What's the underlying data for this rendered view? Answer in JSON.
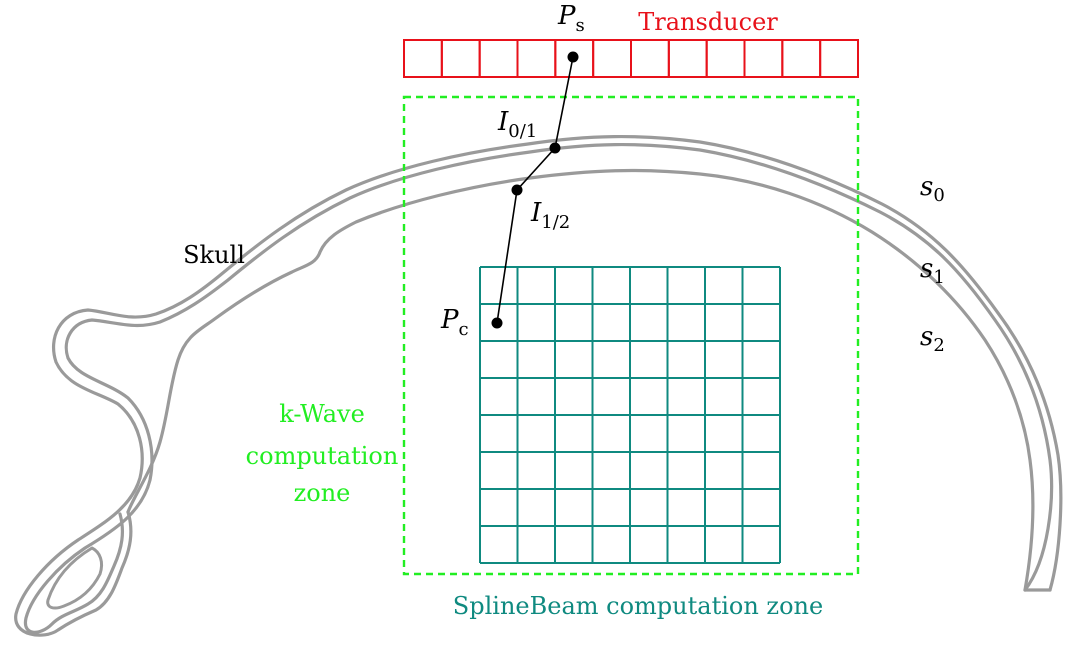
{
  "labels": {
    "transducer": "Transducer",
    "skull": "Skull",
    "kwave_line1": "k-Wave",
    "kwave_line2": "computation",
    "kwave_line3": "zone",
    "splinebeam": "SplineBeam computation zone"
  },
  "math_labels": {
    "ps": {
      "base": "P",
      "sub": "s"
    },
    "pc": {
      "base": "P",
      "sub": "c"
    },
    "i01": {
      "base": "I",
      "sub": "0/1"
    },
    "i12": {
      "base": "I",
      "sub": "1/2"
    },
    "s0": {
      "base": "s",
      "sub": "0"
    },
    "s1": {
      "base": "s",
      "sub": "1"
    },
    "s2": {
      "base": "s",
      "sub": "2"
    }
  },
  "colors": {
    "transducer": "#e8111a",
    "kwave": "#22ee22",
    "splinebeam": "#0f8a80",
    "skull": "#9a9a9a",
    "ray": "#000000"
  },
  "transducer_elements": 12,
  "splinebeam_grid": {
    "columns": 8,
    "rows": 8
  }
}
